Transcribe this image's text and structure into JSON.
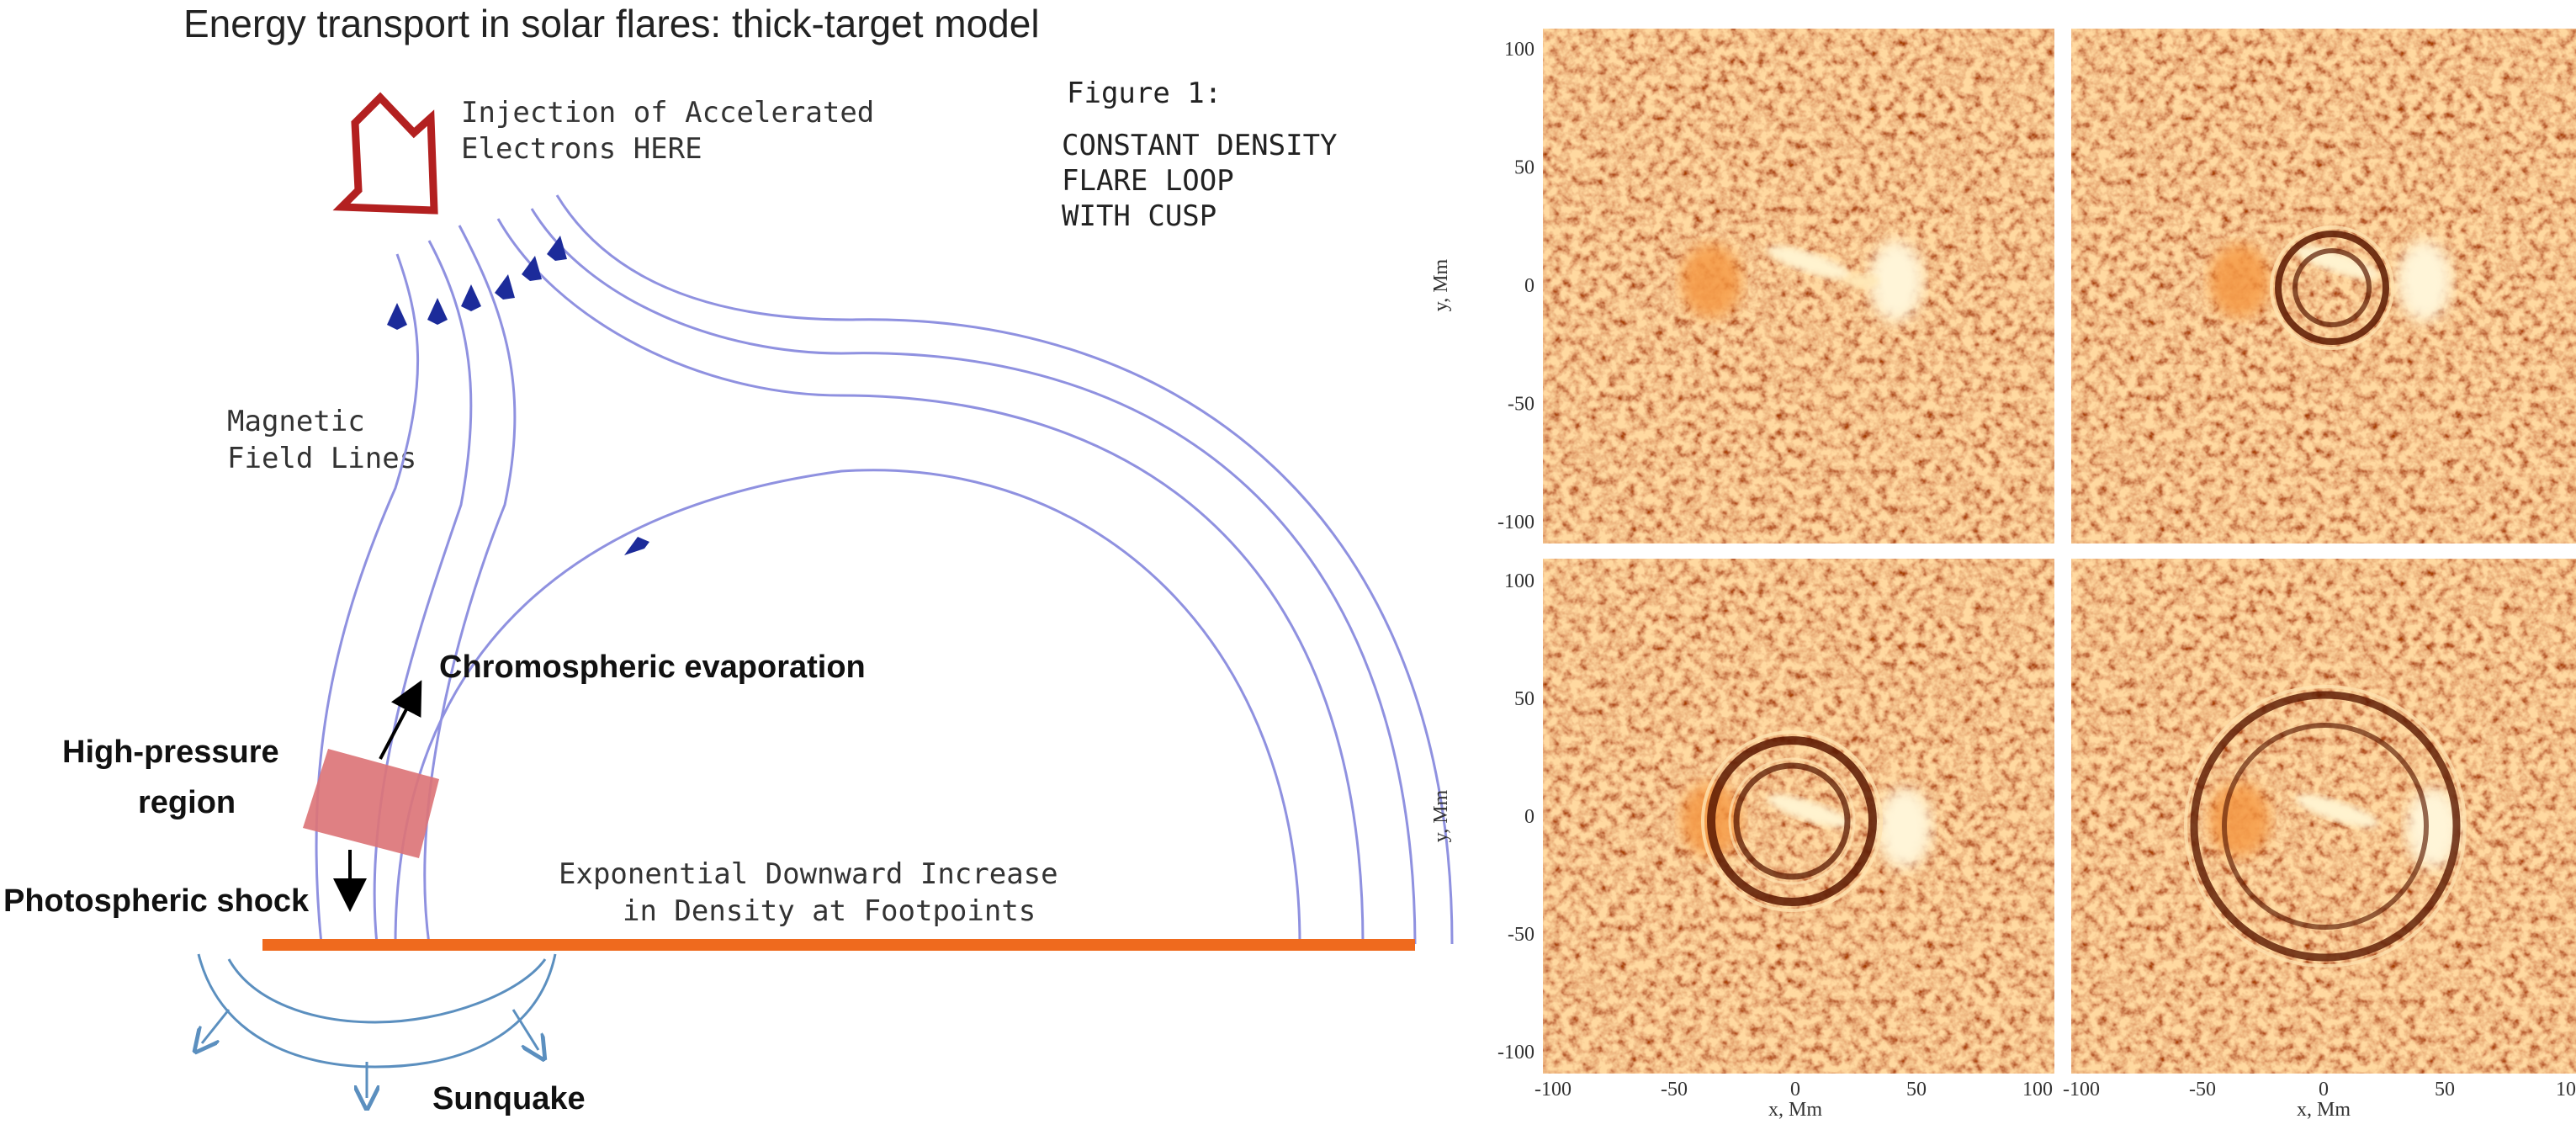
{
  "title": "Energy transport in solar flares: thick-target model",
  "diagram": {
    "injection_line1": "Injection of Accelerated",
    "injection_line2": "Electrons HERE",
    "figure_label": "Figure 1:",
    "figure_desc_line1": "CONSTANT DENSITY",
    "figure_desc_line2": "FLARE LOOP",
    "figure_desc_line3": "WITH CUSP",
    "magnetic_line1": "Magnetic",
    "magnetic_line2": "Field Lines",
    "evaporation": "Chromospheric evaporation",
    "high_pressure_line1": "High-pressure",
    "high_pressure_line2": "region",
    "shock": "Photospheric shock",
    "density_line1": "Exponential Downward Increase",
    "density_line2": "in Density at Footpoints",
    "sunquake": "Sunquake"
  },
  "panels": {
    "y_axis_label": "y, Mm",
    "x_axis_label": "x, Mm",
    "y_ticks": [
      "100",
      "50",
      "0",
      "-50",
      "-100"
    ],
    "x_ticks": [
      "-100",
      "-50",
      "0",
      "50",
      "100"
    ],
    "x_ticks_right_partial": [
      "-100",
      "-50",
      "0",
      "50",
      "10"
    ]
  },
  "colors": {
    "field_line": "#8f91e0",
    "arrow_head": "#1c2b9a",
    "injection_arrow": "#b32020",
    "photosphere": "#ef6a1e",
    "high_pressure_fill": "#dc7578",
    "sunquake": "#5b8fbf",
    "panel_base": "#cd5a12",
    "panel_bright": "#fff0c0",
    "panel_dark": "#7a2200"
  }
}
